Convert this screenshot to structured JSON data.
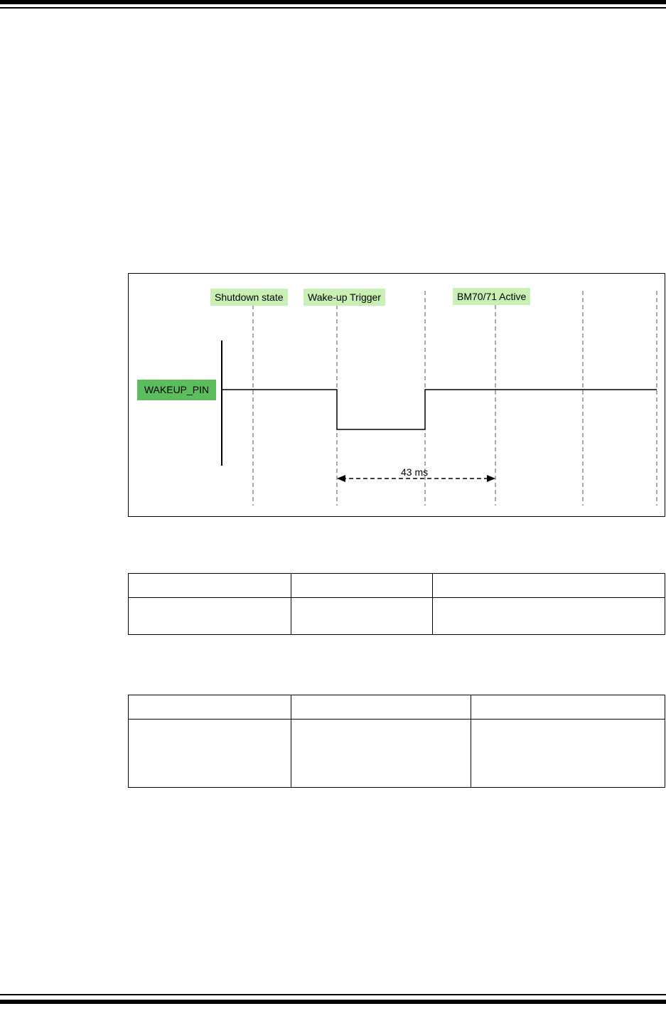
{
  "diagram": {
    "markers": [
      "Shutdown state",
      "Wake-up Trigger",
      "BM70/71 Active"
    ],
    "signal_label": "WAKEUP_PIN",
    "duration_label": "43 ms"
  },
  "colors": {
    "marker_label_bg": "#c8f0b4",
    "signal_label_bg": "#5cbd5c"
  },
  "table1": {
    "columns": 3,
    "rows": 2
  },
  "table2": {
    "columns": 3,
    "rows": 2
  }
}
